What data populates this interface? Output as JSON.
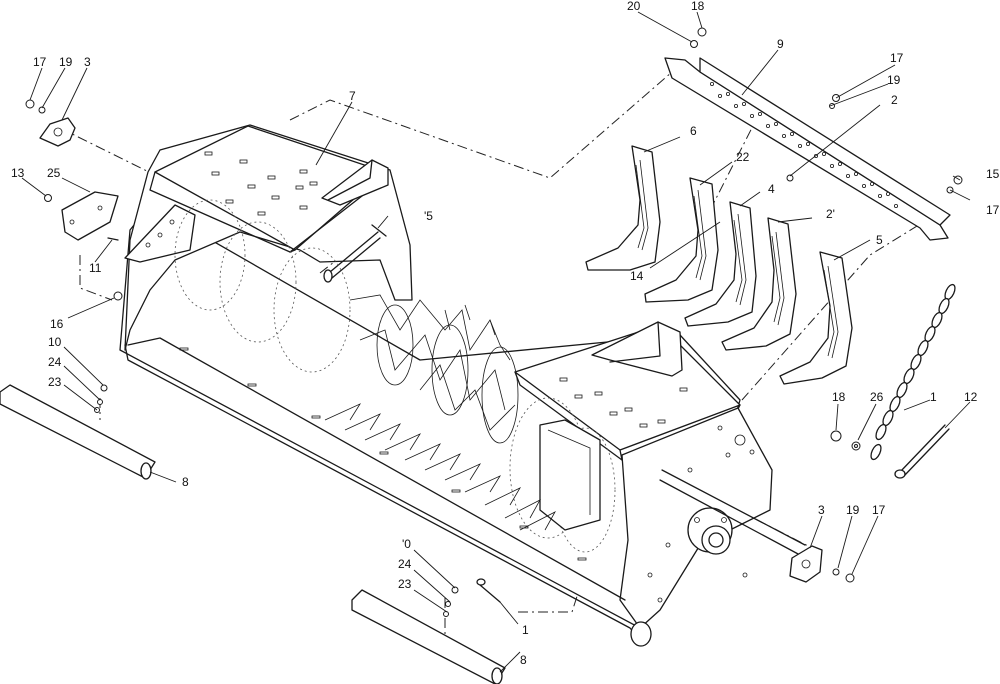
{
  "callouts": [
    {
      "id": "c-20",
      "text": "20"
    },
    {
      "id": "c-18-top",
      "text": "18"
    },
    {
      "id": "c-9",
      "text": "9"
    },
    {
      "id": "c-17-right-top",
      "text": "17"
    },
    {
      "id": "c-19-right-top",
      "text": "19"
    },
    {
      "id": "c-2",
      "text": "2"
    },
    {
      "id": "c-17-topleft",
      "text": "17"
    },
    {
      "id": "c-19-topleft",
      "text": "19"
    },
    {
      "id": "c-3-topleft",
      "text": "3"
    },
    {
      "id": "c-7",
      "text": "7"
    },
    {
      "id": "c-6",
      "text": "6"
    },
    {
      "id": "c-22",
      "text": "22"
    },
    {
      "id": "c-4",
      "text": "4"
    },
    {
      "id": "c-21",
      "text": "2'"
    },
    {
      "id": "c-14",
      "text": "14"
    },
    {
      "id": "c-5-right",
      "text": "5"
    },
    {
      "id": "c-15",
      "text": "15"
    },
    {
      "id": "c-17-right",
      "text": "17"
    },
    {
      "id": "c-13",
      "text": "13"
    },
    {
      "id": "c-25",
      "text": "25"
    },
    {
      "id": "c-5-center",
      "text": "'5"
    },
    {
      "id": "c-11",
      "text": "11"
    },
    {
      "id": "c-16",
      "text": "16"
    },
    {
      "id": "c-10-left",
      "text": "10"
    },
    {
      "id": "c-24-left",
      "text": "24"
    },
    {
      "id": "c-23-left",
      "text": "23"
    },
    {
      "id": "c-8-left",
      "text": "8"
    },
    {
      "id": "c-18-right",
      "text": "18"
    },
    {
      "id": "c-26",
      "text": "26"
    },
    {
      "id": "c-1-right",
      "text": "1"
    },
    {
      "id": "c-12",
      "text": "12"
    },
    {
      "id": "c-3-right",
      "text": "3"
    },
    {
      "id": "c-19-bottom",
      "text": "19"
    },
    {
      "id": "c-17-bottom",
      "text": "17"
    },
    {
      "id": "c-10-bottom",
      "text": "'0"
    },
    {
      "id": "c-24-bottom",
      "text": "24"
    },
    {
      "id": "c-23-bottom",
      "text": "23"
    },
    {
      "id": "c-1-bottom",
      "text": "1"
    },
    {
      "id": "c-8-bottom",
      "text": "8"
    }
  ]
}
